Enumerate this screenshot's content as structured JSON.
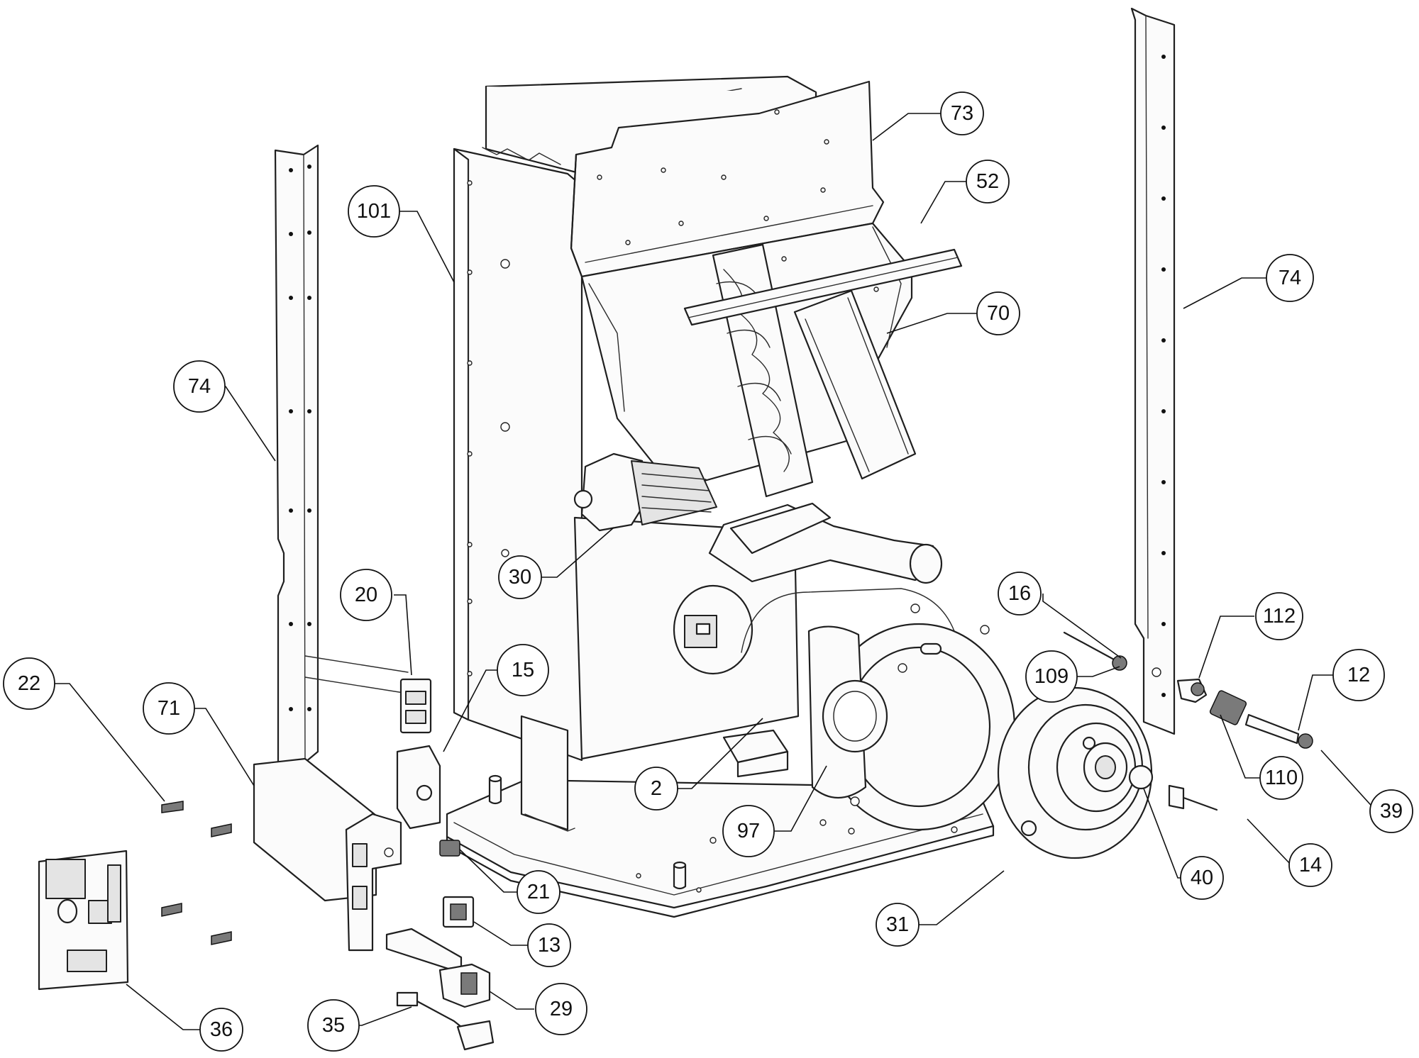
{
  "callouts": [
    {
      "id": "c73",
      "label": "73"
    },
    {
      "id": "c52",
      "label": "52"
    },
    {
      "id": "c101",
      "label": "101"
    },
    {
      "id": "c74_right",
      "label": "74"
    },
    {
      "id": "c70",
      "label": "70"
    },
    {
      "id": "c74_left",
      "label": "74"
    },
    {
      "id": "c30",
      "label": "30"
    },
    {
      "id": "c20",
      "label": "20"
    },
    {
      "id": "c16",
      "label": "16"
    },
    {
      "id": "c112",
      "label": "112"
    },
    {
      "id": "c22",
      "label": "22"
    },
    {
      "id": "c71",
      "label": "71"
    },
    {
      "id": "c15",
      "label": "15"
    },
    {
      "id": "c109",
      "label": "109"
    },
    {
      "id": "c12",
      "label": "12"
    },
    {
      "id": "c2",
      "label": "2"
    },
    {
      "id": "c110",
      "label": "110"
    },
    {
      "id": "c39",
      "label": "39"
    },
    {
      "id": "c97",
      "label": "97"
    },
    {
      "id": "c21",
      "label": "21"
    },
    {
      "id": "c40",
      "label": "40"
    },
    {
      "id": "c14",
      "label": "14"
    },
    {
      "id": "c31",
      "label": "31"
    },
    {
      "id": "c13",
      "label": "13"
    },
    {
      "id": "c29",
      "label": "29"
    },
    {
      "id": "c36",
      "label": "36"
    },
    {
      "id": "c35",
      "label": "35"
    }
  ]
}
